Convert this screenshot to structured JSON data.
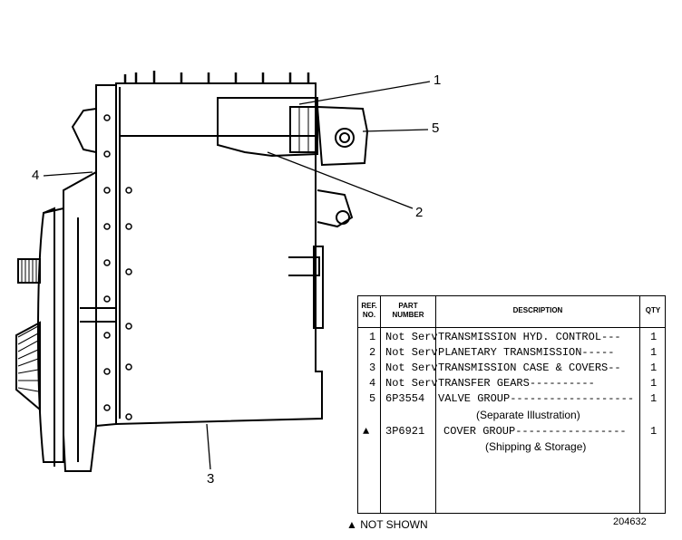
{
  "callouts": [
    "1",
    "5",
    "2",
    "4",
    "3"
  ],
  "table": {
    "headers": {
      "ref_no": "REF. NO.",
      "part_number": "PART NUMBER",
      "description": "DESCRIPTION",
      "qty": "QTY"
    },
    "rows": [
      {
        "ref": "1",
        "part": "Not Serv",
        "desc": "TRANSMISSION HYD. CONTROL---",
        "qty": "1"
      },
      {
        "ref": "2",
        "part": "Not Serv",
        "desc": "PLANETARY TRANSMISSION-----",
        "qty": "1"
      },
      {
        "ref": "3",
        "part": "Not Serv",
        "desc": "TRANSMISSION CASE & COVERS--",
        "qty": "1"
      },
      {
        "ref": "4",
        "part": "Not Serv",
        "desc": "TRANSFER GEARS----------",
        "qty": "1"
      },
      {
        "ref": "5",
        "part": "6P3554",
        "desc": "VALVE GROUP-------------------",
        "qty": "1"
      },
      {
        "ref": "",
        "part": "",
        "desc": "(Separate Illustration)",
        "qty": ""
      },
      {
        "ref": "▲",
        "part": "3P6921",
        "desc": "COVER GROUP-----------------",
        "qty": "1"
      },
      {
        "ref": "",
        "part": "",
        "desc": "(Shipping & Storage)",
        "qty": ""
      }
    ]
  },
  "footer_note": "▲ NOT SHOWN",
  "figure_number": "204632"
}
